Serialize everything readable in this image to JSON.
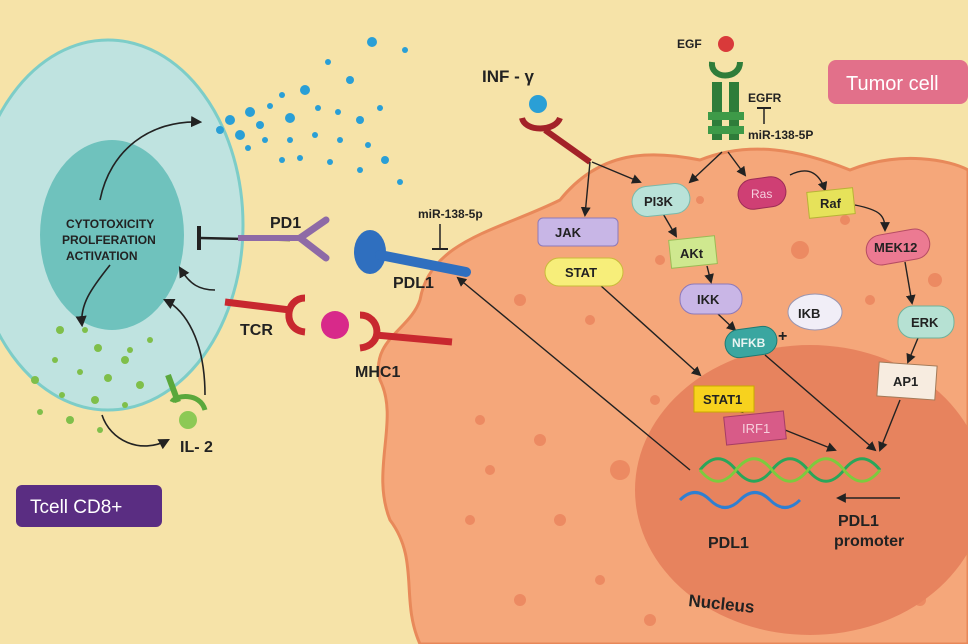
{
  "tcell": {
    "label": "Tcell CD8+",
    "inner_lines": [
      "CYTOTOXICITY",
      "PROLFERATION",
      "ACTIVATION"
    ],
    "il2": "IL- 2"
  },
  "tumor": {
    "label": "Tumor cell",
    "nucleus": "Nucleus"
  },
  "receptors": {
    "pd1": "PD1",
    "pdl1": "PDL1",
    "tcr": "TCR",
    "mhc1": "MHC1",
    "inf": "INF - γ",
    "egf": "EGF",
    "egfr": "EGFR",
    "mir_membrane": "miR-138-5p",
    "mir_egfr": "miR-138-5P"
  },
  "pathway": {
    "jak": "JAK",
    "stat": "STAT",
    "pi3k": "PI3K",
    "akt": "AKt",
    "ikk": "IKK",
    "nfkb": "NFKB",
    "plus": "+",
    "ikb": "IKB",
    "ras": "Ras",
    "raf": "Raf",
    "mek12": "MEK12",
    "erk": "ERK",
    "ap1": "AP1",
    "stat1": "STAT1",
    "irf1": "IRF1"
  },
  "dna": {
    "pdl1_gene": "PDL1",
    "promoter_line1": "PDL1",
    "promoter_line2": "promoter"
  },
  "colors": {
    "background": "#f6e3a8",
    "tcell_fill": "#bfe3e0",
    "tcell_nucleus": "#6fc2bd",
    "tumor_fill": "#f5a77a",
    "nucleus_fill": "#e7835e",
    "tumor_label_bg": "#e2708a",
    "tcell_label_bg": "#5a2d82"
  }
}
